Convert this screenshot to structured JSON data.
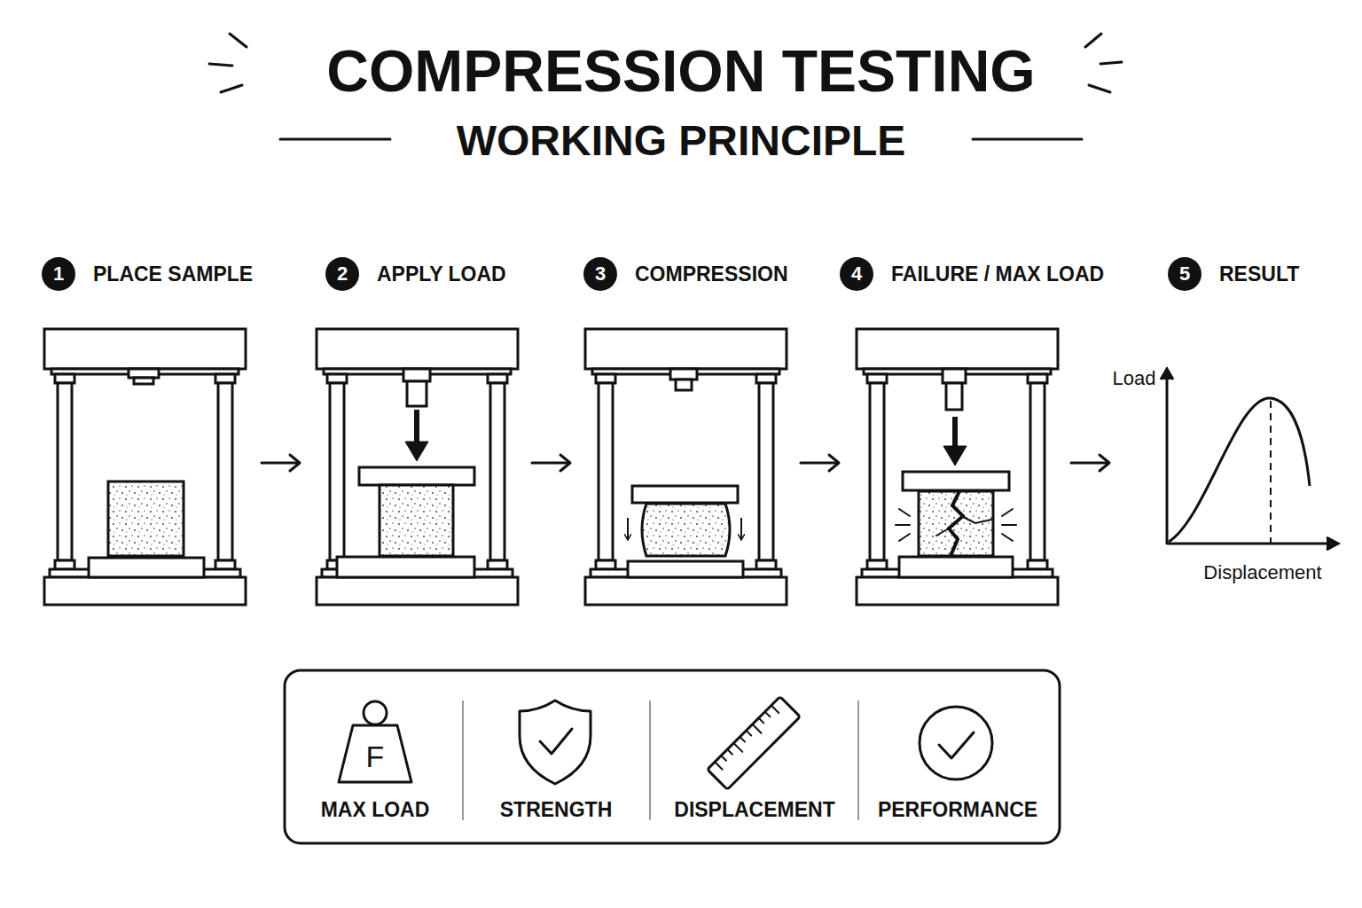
{
  "diagram": {
    "title": "COMPRESSION TESTING",
    "caption": "WORKING PRINCIPLE",
    "nodes": [
      {
        "text": [
          "1",
          "PLACE SAMPLE"
        ]
      },
      {
        "text": [
          "2",
          "APPLY LOAD"
        ]
      },
      {
        "text": [
          "3",
          "COMPRESSION"
        ]
      },
      {
        "text": [
          "4",
          "FAILURE / MAX LOAD"
        ]
      },
      {
        "text": [
          "5",
          "RESULT"
        ]
      }
    ],
    "labels": [
      "Load",
      "Displacement",
      "F",
      "MAX LOAD",
      "STRENGTH",
      "DISPLACEMENT",
      "PERFORMANCE"
    ]
  }
}
